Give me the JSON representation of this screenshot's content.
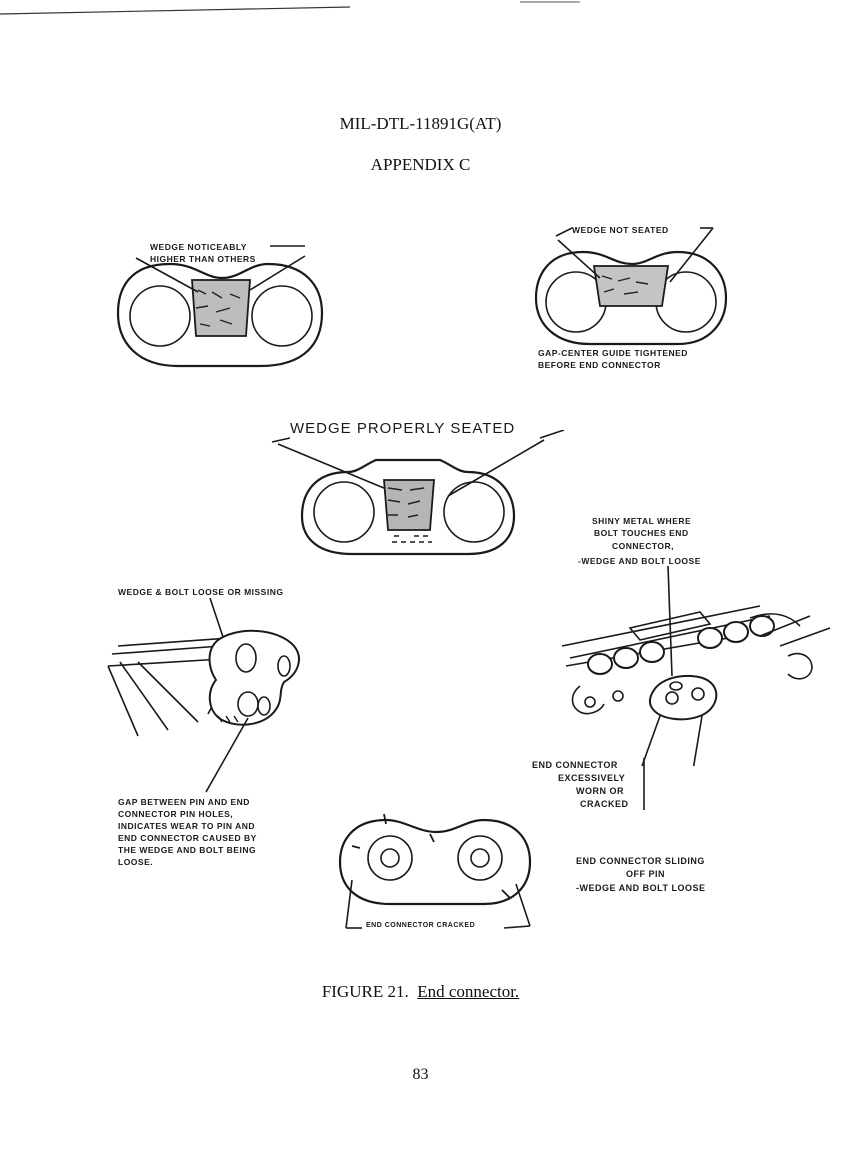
{
  "header": {
    "doc_id": "MIL-DTL-11891G(AT)",
    "appendix": "APPENDIX C"
  },
  "labels": {
    "wedge_high_1": "WEDGE NOTICEABLY",
    "wedge_high_2": "HIGHER THAN OTHERS",
    "wedge_not_seated": "WEDGE NOT SEATED",
    "gap_guide_1": "GAP-CENTER GUIDE TIGHTENED",
    "gap_guide_2": "BEFORE END CONNECTOR",
    "wedge_proper": "WEDGE PROPERLY SEATED",
    "shiny_1": "SHINY METAL WHERE",
    "shiny_2": "BOLT TOUCHES END",
    "shiny_3": "CONNECTOR,",
    "shiny_4": "-WEDGE AND BOLT LOOSE",
    "wedge_missing": "WEDGE & BOLT LOOSE OR MISSING",
    "gap_pin_1": "GAP BETWEEN PIN AND END",
    "gap_pin_2": "CONNECTOR PIN HOLES,",
    "gap_pin_3": "INDICATES WEAR TO PIN AND",
    "gap_pin_4": "END CONNECTOR CAUSED BY",
    "gap_pin_5": "THE WEDGE AND BOLT BEING",
    "gap_pin_6": "LOOSE.",
    "worn_1": "END CONNECTOR",
    "worn_2": "EXCESSIVELY",
    "worn_3": "WORN OR",
    "worn_4": "CRACKED",
    "sliding_1": "END CONNECTOR SLIDING",
    "sliding_2": "OFF PIN",
    "sliding_3": "-WEDGE AND BOLT LOOSE",
    "cracked": "END CONNECTOR CRACKED"
  },
  "figure": {
    "number": "FIGURE 21.",
    "title": "End connector."
  },
  "footer": {
    "page_number": "83"
  }
}
